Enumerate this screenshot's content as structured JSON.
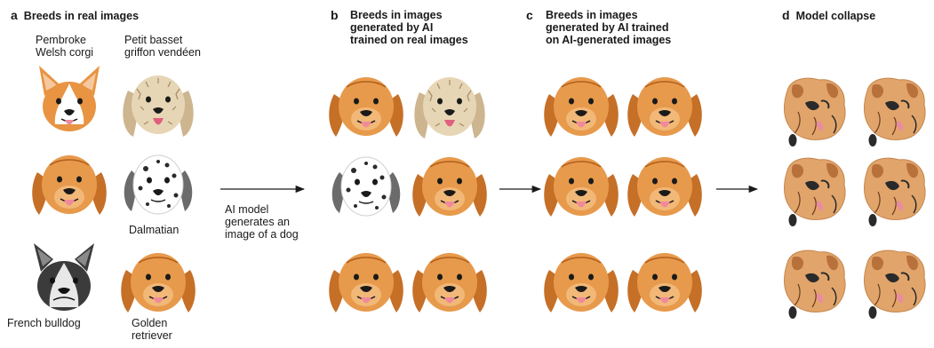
{
  "panels": {
    "a": {
      "letter": "a",
      "title": "Breeds in real images"
    },
    "b": {
      "letter": "b",
      "title": "Breeds in images\ngenerated by AI\ntrained on real images"
    },
    "c": {
      "letter": "c",
      "title": "Breeds in images\ngenerated by AI trained\non AI-generated images"
    },
    "d": {
      "letter": "d",
      "title": "Model collapse"
    }
  },
  "breed_labels": {
    "corgi": "Pembroke\nWelsh corgi",
    "basset": "Petit basset\ngriffon vendéen",
    "dalmatian": "Dalmatian",
    "bulldog": "French bulldog",
    "golden": "Golden\nretriever"
  },
  "arrow_caption": "AI model\ngenerates an\nimage of a dog",
  "colors": {
    "golden_fur": "#e79a4c",
    "golden_dark": "#b35f1c",
    "collapse_fur": "#e1a56c",
    "tongue": "#f08a9b",
    "corgi_fur": "#e89442",
    "griffon_fur": "#e7d6b5",
    "bulldog_dark": "#3b3b3b",
    "ink": "#1a1a1a"
  }
}
